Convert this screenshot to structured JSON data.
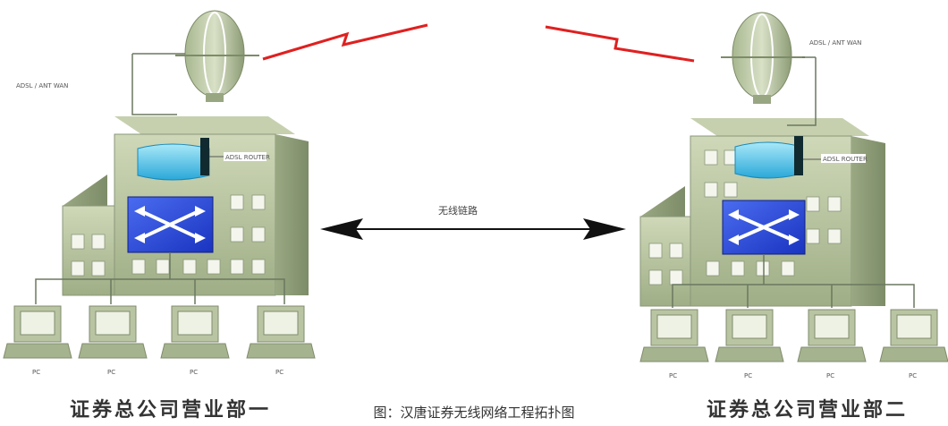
{
  "caption": "图：汉唐证券无线网络工程拓扑图",
  "sites": [
    {
      "label": "证券总公司营业部一",
      "pcs": [
        "PC",
        "PC",
        "PC",
        "PC"
      ]
    },
    {
      "label": "证券总公司营业部二",
      "pcs": [
        "PC",
        "PC",
        "PC",
        "PC"
      ]
    }
  ],
  "link_label": "无线链路",
  "colors": {
    "building": "#b9c6a0",
    "router": "#60c8e8",
    "switch": "#3050e0",
    "wireless": "#e02020"
  }
}
